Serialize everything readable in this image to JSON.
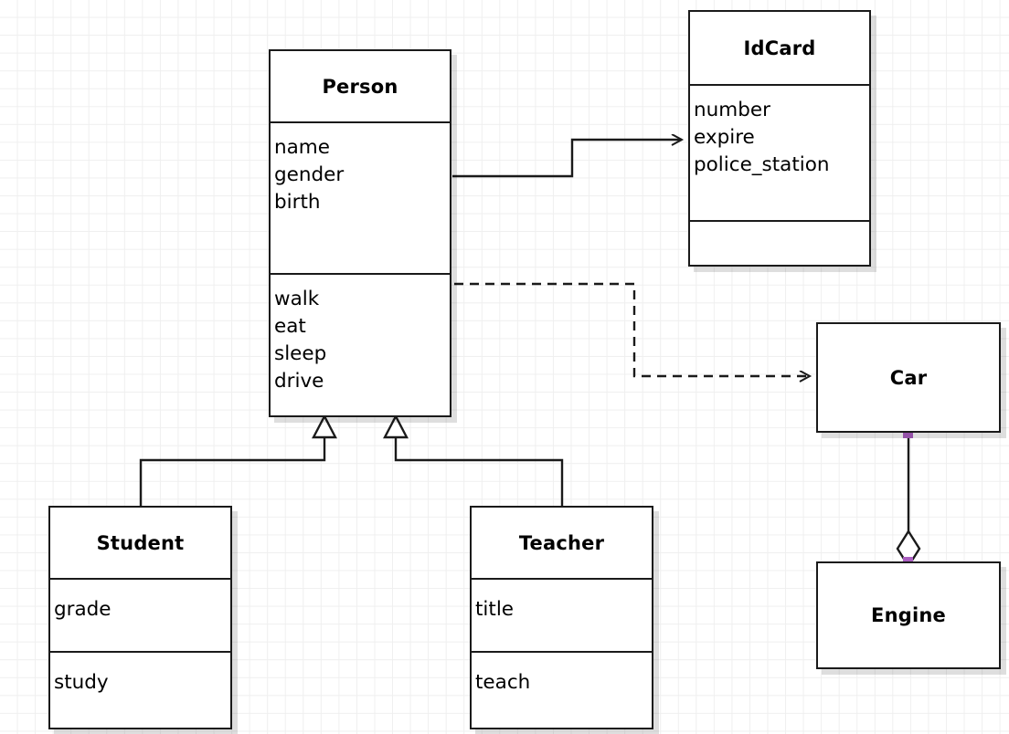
{
  "diagram": {
    "type": "uml-class-diagram",
    "title": "",
    "background": "#ffffff",
    "grid_color": "#efefef",
    "line_color": "#1a1a1a",
    "handle_color": "#ab5fc1"
  },
  "classes": [
    {
      "id": "person",
      "name": "Person",
      "attributes": [
        "name",
        "gender",
        "birth"
      ],
      "methods": [
        "walk",
        "eat",
        "sleep",
        "drive"
      ]
    },
    {
      "id": "idcard",
      "name": "IdCard",
      "attributes": [
        "number",
        "expire",
        "police_station"
      ],
      "methods": []
    },
    {
      "id": "student",
      "name": "Student",
      "attributes": [
        "grade"
      ],
      "methods": [
        "study"
      ]
    },
    {
      "id": "teacher",
      "name": "Teacher",
      "attributes": [
        "title"
      ],
      "methods": [
        "teach"
      ]
    },
    {
      "id": "car",
      "name": "Car",
      "attributes": [],
      "methods": []
    },
    {
      "id": "engine",
      "name": "Engine",
      "attributes": [],
      "methods": []
    }
  ],
  "relationships": [
    {
      "id": "person-idcard",
      "kind": "association",
      "from": "person",
      "to": "idcard",
      "style": "solid",
      "arrowhead": "open"
    },
    {
      "id": "person-car",
      "kind": "dependency",
      "from": "person",
      "to": "car",
      "style": "dashed",
      "arrowhead": "open"
    },
    {
      "id": "student-person",
      "kind": "generalization",
      "from": "student",
      "to": "person",
      "style": "solid",
      "arrowhead": "hollow-triangle"
    },
    {
      "id": "teacher-person",
      "kind": "generalization",
      "from": "teacher",
      "to": "person",
      "style": "solid",
      "arrowhead": "hollow-triangle"
    },
    {
      "id": "car-engine",
      "kind": "aggregation",
      "from": "car",
      "to": "engine",
      "style": "solid",
      "arrowhead": "hollow-diamond"
    }
  ],
  "selection_handles": [
    {
      "id": "handle-car-bottom",
      "owner": "car"
    },
    {
      "id": "handle-engine-top",
      "owner": "engine"
    }
  ]
}
